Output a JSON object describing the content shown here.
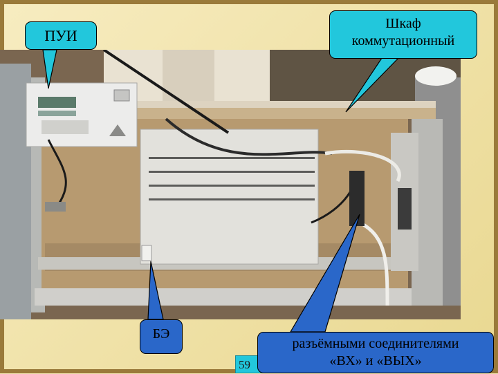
{
  "callouts": {
    "pui": "ПУИ",
    "shkaf_line1": "Шкаф",
    "shkaf_line2": "коммутационный",
    "be": "БЭ",
    "connectors_line1": "разъёмными соединителями",
    "connectors_line2": "«ВХ» и «ВЫХ»"
  },
  "page_number": "59"
}
